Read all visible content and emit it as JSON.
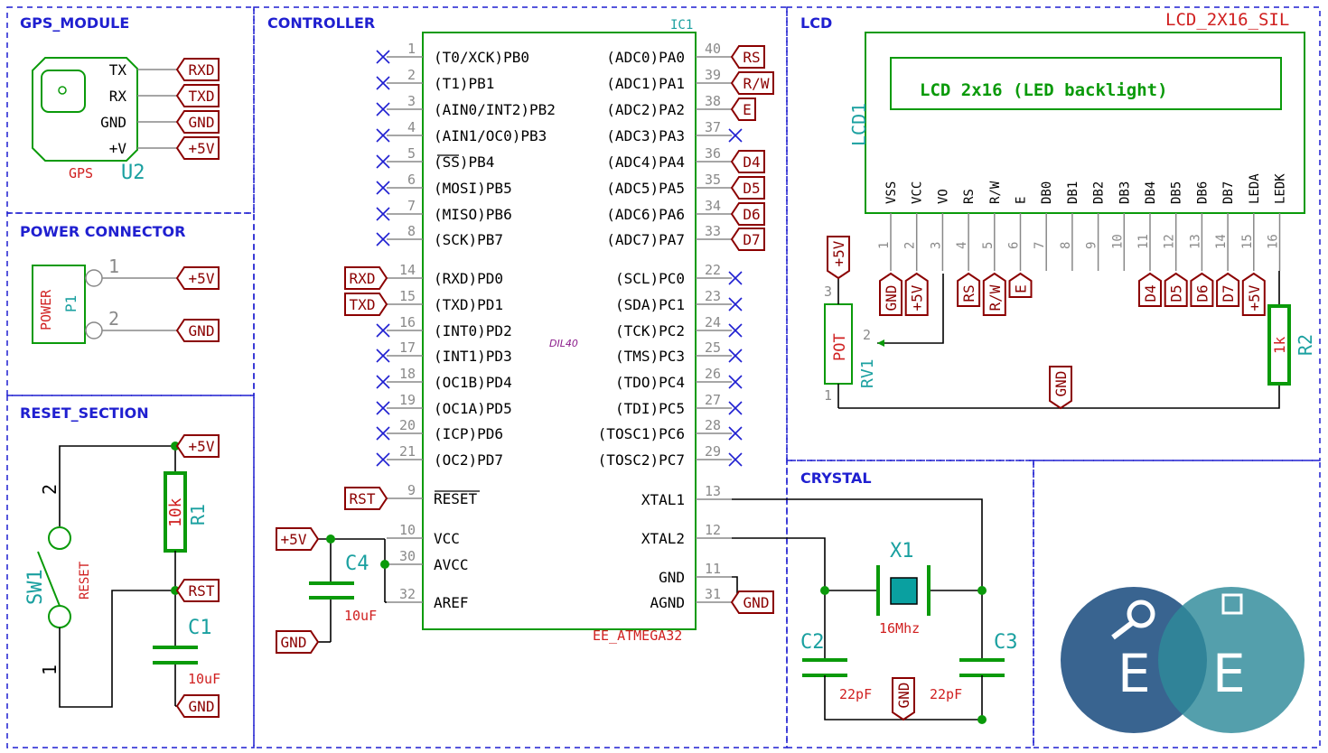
{
  "sections": {
    "gps": "GPS_MODULE",
    "power": "POWER CONNECTOR",
    "reset": "RESET_SECTION",
    "controller": "CONTROLLER",
    "lcd": "LCD",
    "crystal": "CRYSTAL"
  },
  "gps": {
    "pins": [
      "TX",
      "RX",
      "GND",
      "+V"
    ],
    "labels": [
      "RXD",
      "TXD",
      "GND",
      "+5V"
    ],
    "value": "GPS",
    "ref": "U2"
  },
  "power": {
    "value": "POWER",
    "ref": "P1",
    "pins": [
      "1",
      "2"
    ],
    "labels": [
      "+5V",
      "GND"
    ]
  },
  "reset": {
    "sw_ref": "SW1",
    "sw_value": "RESET",
    "sw_pins": [
      "2",
      "1"
    ],
    "r_ref": "R1",
    "r_value": "10k",
    "c_ref": "C1",
    "c_value": "10uF",
    "labels": [
      "+5V",
      "RST",
      "GND"
    ]
  },
  "mcu": {
    "ref": "IC1",
    "footprint": "DIL40",
    "value": "EE_ATMEGA32",
    "left": [
      {
        "n": "1",
        "name": "(T0/XCK)PB0",
        "label": ""
      },
      {
        "n": "2",
        "name": "(T1)PB1",
        "label": ""
      },
      {
        "n": "3",
        "name": "(AIN0/INT2)PB2",
        "label": ""
      },
      {
        "n": "4",
        "name": "(AIN1/OC0)PB3",
        "label": ""
      },
      {
        "n": "5",
        "name": "(SS)PB4",
        "label": ""
      },
      {
        "n": "6",
        "name": "(MOSI)PB5",
        "label": ""
      },
      {
        "n": "7",
        "name": "(MISO)PB6",
        "label": ""
      },
      {
        "n": "8",
        "name": "(SCK)PB7",
        "label": ""
      },
      {
        "n": "14",
        "name": "(RXD)PD0",
        "label": "RXD"
      },
      {
        "n": "15",
        "name": "(TXD)PD1",
        "label": "TXD"
      },
      {
        "n": "16",
        "name": "(INT0)PD2",
        "label": ""
      },
      {
        "n": "17",
        "name": "(INT1)PD3",
        "label": ""
      },
      {
        "n": "18",
        "name": "(OC1B)PD4",
        "label": ""
      },
      {
        "n": "19",
        "name": "(OC1A)PD5",
        "label": ""
      },
      {
        "n": "20",
        "name": "(ICP)PD6",
        "label": ""
      },
      {
        "n": "21",
        "name": "(OC2)PD7",
        "label": ""
      },
      {
        "n": "9",
        "name": "RESET",
        "label": "RST"
      },
      {
        "n": "10",
        "name": "VCC",
        "label": ""
      },
      {
        "n": "30",
        "name": "AVCC",
        "label": ""
      },
      {
        "n": "32",
        "name": "AREF",
        "label": ""
      }
    ],
    "right": [
      {
        "n": "40",
        "name": "(ADC0)PA0",
        "label": "RS"
      },
      {
        "n": "39",
        "name": "(ADC1)PA1",
        "label": "R/W"
      },
      {
        "n": "38",
        "name": "(ADC2)PA2",
        "label": "E"
      },
      {
        "n": "37",
        "name": "(ADC3)PA3",
        "label": ""
      },
      {
        "n": "36",
        "name": "(ADC4)PA4",
        "label": "D4"
      },
      {
        "n": "35",
        "name": "(ADC5)PA5",
        "label": "D5"
      },
      {
        "n": "34",
        "name": "(ADC6)PA6",
        "label": "D6"
      },
      {
        "n": "33",
        "name": "(ADC7)PA7",
        "label": "D7"
      },
      {
        "n": "22",
        "name": "(SCL)PC0",
        "label": ""
      },
      {
        "n": "23",
        "name": "(SDA)PC1",
        "label": ""
      },
      {
        "n": "24",
        "name": "(TCK)PC2",
        "label": ""
      },
      {
        "n": "25",
        "name": "(TMS)PC3",
        "label": ""
      },
      {
        "n": "26",
        "name": "(TDO)PC4",
        "label": ""
      },
      {
        "n": "27",
        "name": "(TDI)PC5",
        "label": ""
      },
      {
        "n": "28",
        "name": "(TOSC1)PC6",
        "label": ""
      },
      {
        "n": "29",
        "name": "(TOSC2)PC7",
        "label": ""
      },
      {
        "n": "13",
        "name": "XTAL1",
        "label": ""
      },
      {
        "n": "12",
        "name": "XTAL2",
        "label": ""
      },
      {
        "n": "11",
        "name": "GND",
        "label": ""
      },
      {
        "n": "31",
        "name": "AGND",
        "label": "GND"
      }
    ],
    "c4_ref": "C4",
    "c4_value": "10uF",
    "labels": [
      "+5V",
      "GND"
    ]
  },
  "lcd": {
    "part": "LCD_2X16_SIL",
    "ref": "LCD1",
    "text": "LCD 2x16 (LED backlight)",
    "pins": [
      "VSS",
      "VCC",
      "VO",
      "RS",
      "R/W",
      "E",
      "DB0",
      "DB1",
      "DB2",
      "DB3",
      "DB4",
      "DB5",
      "DB6",
      "DB7",
      "LEDA",
      "LEDK"
    ],
    "nums": [
      "1",
      "2",
      "3",
      "4",
      "5",
      "6",
      "7",
      "8",
      "9",
      "10",
      "11",
      "12",
      "13",
      "14",
      "15",
      "16"
    ],
    "labels": [
      "GND",
      "+5V",
      "",
      "RS",
      "R/W",
      "E",
      "",
      "",
      "",
      "",
      "D4",
      "D5",
      "D6",
      "D7",
      "+5V",
      ""
    ],
    "pot_value": "POT",
    "pot_ref": "RV1",
    "pot_pins": [
      "3",
      "2",
      "1"
    ],
    "r2_value": "1k",
    "r2_ref": "R2",
    "tags": [
      "+5V",
      "GND"
    ]
  },
  "crystal": {
    "x_ref": "X1",
    "x_value": "16Mhz",
    "c2_ref": "C2",
    "c3_ref": "C3",
    "c2_value": "22pF",
    "c3_value": "22pF",
    "gnd_label": "GND"
  },
  "logo": {
    "letters": [
      "E",
      "E"
    ],
    "colors": [
      "#2e5c8a",
      "#2e8a9a"
    ]
  }
}
